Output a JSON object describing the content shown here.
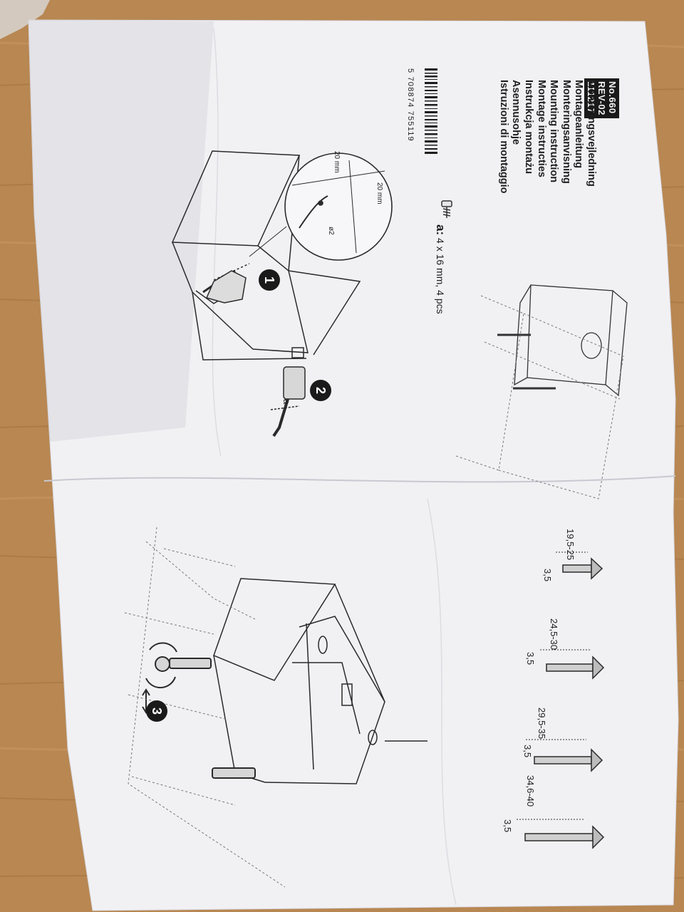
{
  "header": {
    "code_lines": [
      "No.660",
      "REV-02",
      "111217"
    ],
    "titles": [
      "Monteringsvejledning",
      "Montageanleitung",
      "Monteringsanvisning",
      "Mounting instruction",
      "Montage instructies",
      "Instrukcja montażu",
      "Asennusohje",
      "Istruzioni di montaggio"
    ],
    "barcode_number": "5 708874 755119"
  },
  "parts": {
    "screw_letter": "a:",
    "screw_spec": "4 x 16 mm, 4 pcs"
  },
  "steps": {
    "step1": "1",
    "step2": "2",
    "step3": "3",
    "step2_part": "a"
  },
  "detail": {
    "dim_a": "20 mm",
    "dim_b": "20 mm",
    "dim_c": "ø2"
  },
  "legs": [
    {
      "range": "19,5-25",
      "base": "3,5"
    },
    {
      "range": "24,5-30",
      "base": "3,5"
    },
    {
      "range": "29,5-35",
      "base": "3,5"
    },
    {
      "range": "34,6-40",
      "base": "3,5"
    }
  ],
  "colors": {
    "wood": "#b88752",
    "paper": "#f2f2f4",
    "ink": "#1e1e1e"
  }
}
